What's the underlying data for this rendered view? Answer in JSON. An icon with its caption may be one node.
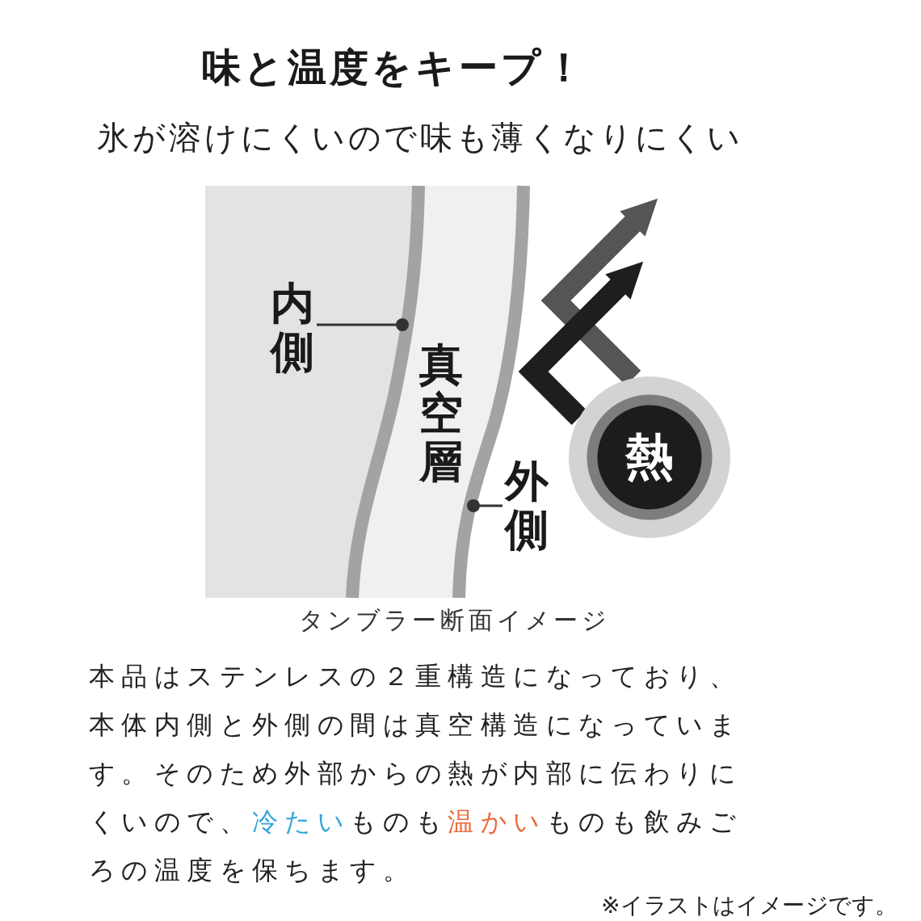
{
  "diagram": {
    "title": "味と温度をキープ！",
    "caption": "タンブラー断面イメージ",
    "nodes": [
      {
        "text": [
          "内側"
        ]
      },
      {
        "text": [],
        "shape": "bar"
      },
      {
        "text": [],
        "shape": "bar"
      },
      {
        "text": [
          "外側"
        ]
      },
      {
        "text": [
          "熱"
        ]
      }
    ],
    "edges": [
      {
        "from": 0,
        "to": 1,
        "arrow": "other"
      },
      {
        "from": 3,
        "to": 2,
        "arrow": "other"
      },
      {
        "from": 4,
        "to": null,
        "arrow": "to",
        "style": "thick",
        "color": "#555555"
      },
      {
        "from": 4,
        "to": null,
        "arrow": "to",
        "style": "thick",
        "color": "#1e1e1e"
      }
    ],
    "labels": [
      "氷が溶けにくいので味も薄くなりにくい",
      "真空層",
      "本品はステンレスの２重構造になっており、本体内側と外側の間は真空構造になっています。そのため外部からの熱が内部に伝わりにくいので、冷たいものも温かいものも飲みごろの温度を保ちます。",
      "※イラストはイメージです。"
    ]
  }
}
